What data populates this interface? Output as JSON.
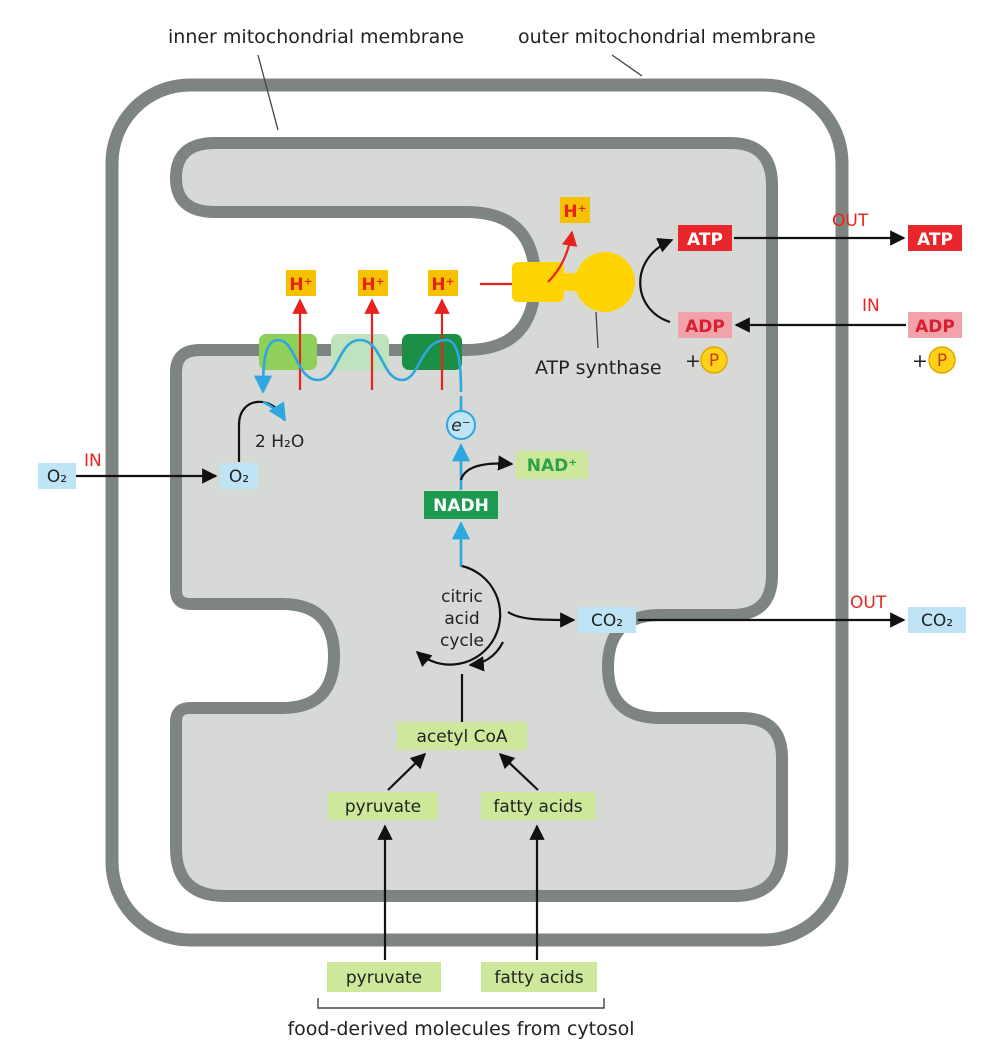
{
  "labels": {
    "inner_membrane": "inner mitochondrial membrane",
    "outer_membrane": "outer mitochondrial membrane",
    "atp_synthase": "ATP synthase",
    "food_source": "food-derived molecules from cytosol"
  },
  "molecules": {
    "h_plus": "H⁺",
    "atp": "ATP",
    "adp": "ADP",
    "phosphate": "P",
    "plus": "+",
    "o2": "O₂",
    "water": "2 H₂O",
    "electron": "e⁻",
    "nadh": "NADH",
    "nad_plus": "NAD⁺",
    "co2": "CO₂",
    "acetyl_coa": "acetyl CoA",
    "pyruvate": "pyruvate",
    "fatty_acids": "fatty acids",
    "citric_1": "citric",
    "citric_2": "acid",
    "citric_3": "cycle"
  },
  "directions": {
    "in": "IN",
    "out": "OUT"
  },
  "colors": {
    "membrane": "#7e8580",
    "matrix": "#d6d9d5",
    "h_box_fill": "#f6c200",
    "h_text": "#e8221f",
    "atp_fill": "#e8262b",
    "adp_fill": "#f2a2ab",
    "phosphate_fill": "#ffd21a",
    "blue_box": "#bfe4f5",
    "electron_path": "#2ea7e0",
    "green_pale": "#cde89a",
    "green_nadh": "#1d9a4f",
    "green_nad_text": "#2ea14a",
    "synthase": "#ffd400",
    "complex_1": "#8fd05a",
    "complex_2": "#bfe3bf",
    "complex_3": "#1b8f45"
  }
}
